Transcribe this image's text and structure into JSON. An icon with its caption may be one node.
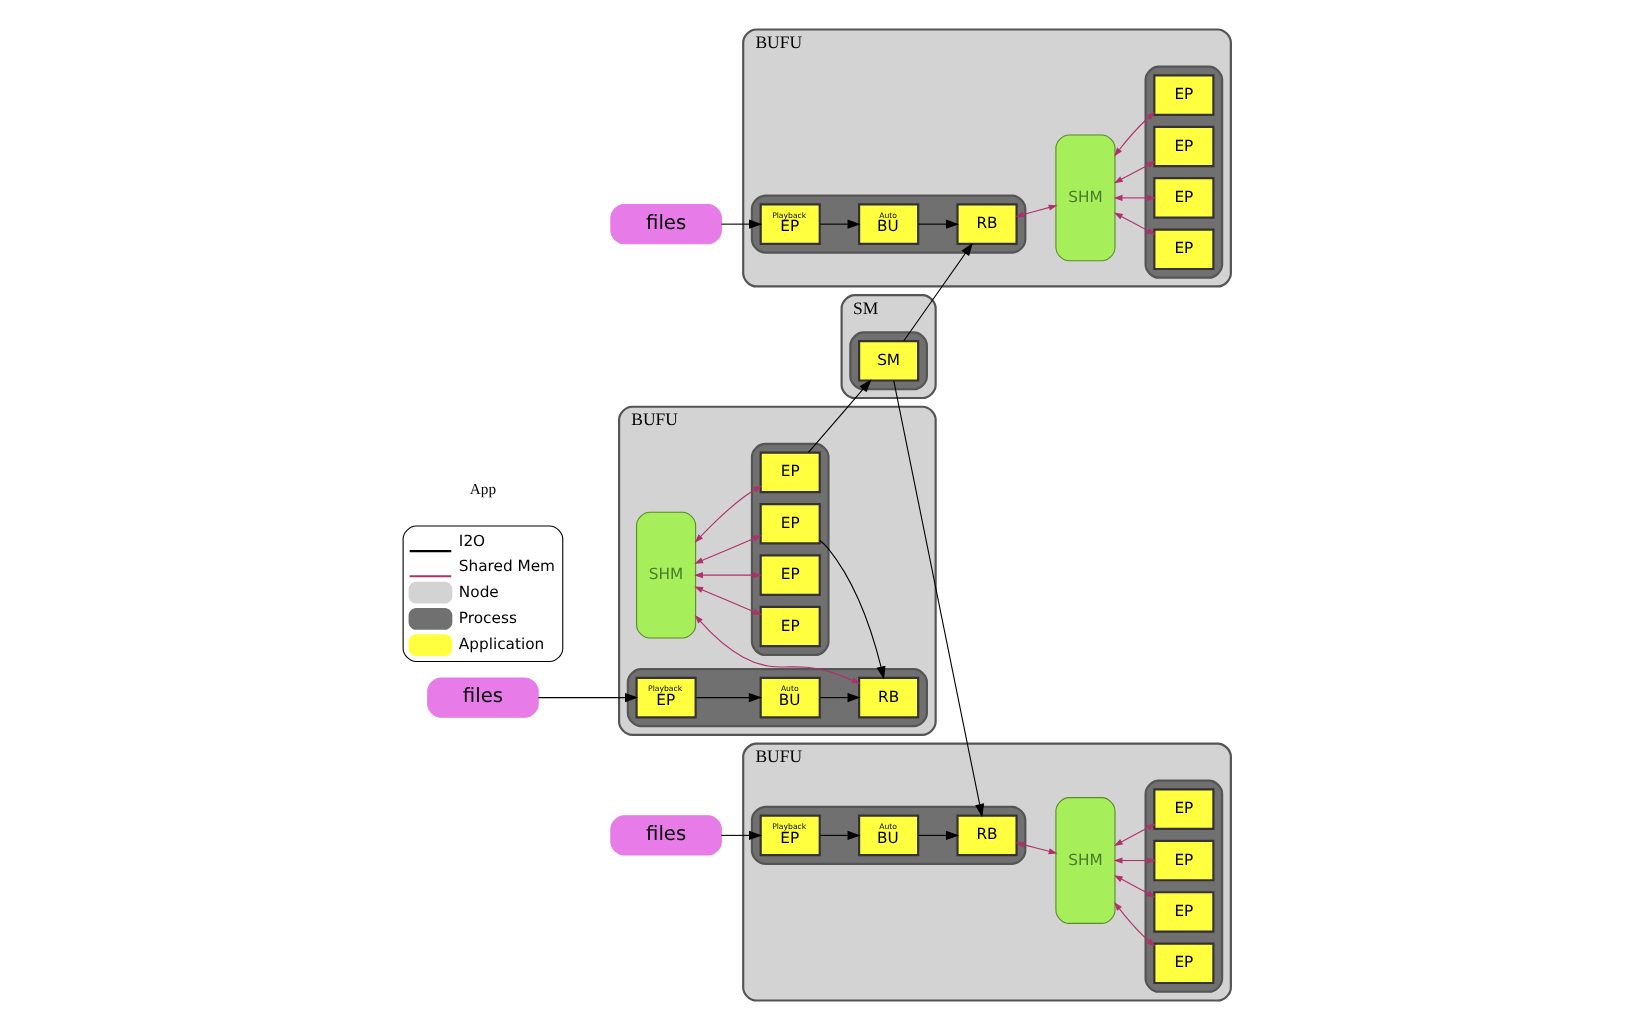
{
  "diagram": {
    "nodes": [
      {
        "text": [
          "files"
        ]
      },
      {
        "text": [
          "BUFU"
        ]
      },
      {
        "text": [],
        "shape": "box",
        "in": 1
      },
      {
        "text": [
          "Playback",
          "EP"
        ],
        "in": 2
      },
      {
        "text": [
          "Auto",
          "BU"
        ],
        "in": 2
      },
      {
        "text": [
          "RB"
        ],
        "in": 2
      },
      {
        "text": [
          "SHM"
        ],
        "in": 1
      },
      {
        "text": [],
        "shape": "box",
        "in": 1
      },
      {
        "text": [
          "EP"
        ],
        "in": 7
      },
      {
        "text": [
          "EP"
        ],
        "in": 7
      },
      {
        "text": [
          "EP"
        ],
        "in": 7
      },
      {
        "text": [
          "EP"
        ],
        "in": 7
      },
      {
        "text": [
          "files"
        ]
      },
      {
        "text": [
          "BUFU"
        ]
      },
      {
        "text": [],
        "shape": "box",
        "in": 13
      },
      {
        "text": [
          "Playback",
          "EP"
        ],
        "in": 14
      },
      {
        "text": [
          "Auto",
          "BU"
        ],
        "in": 14
      },
      {
        "text": [
          "RB"
        ],
        "in": 14
      },
      {
        "text": [
          "SHM"
        ],
        "in": 13
      },
      {
        "text": [],
        "shape": "box",
        "in": 13
      },
      {
        "text": [
          "EP"
        ],
        "in": 19
      },
      {
        "text": [
          "EP"
        ],
        "in": 19
      },
      {
        "text": [
          "EP"
        ],
        "in": 19
      },
      {
        "text": [
          "EP"
        ],
        "in": 19
      },
      {
        "text": [
          "files"
        ]
      },
      {
        "text": [
          "BUFU"
        ]
      },
      {
        "text": [],
        "shape": "box",
        "in": 25
      },
      {
        "text": [
          "Playback",
          "EP"
        ],
        "in": 26
      },
      {
        "text": [
          "Auto",
          "BU"
        ],
        "in": 26
      },
      {
        "text": [
          "RB"
        ],
        "in": 26
      },
      {
        "text": [
          "SHM"
        ],
        "in": 25
      },
      {
        "text": [],
        "shape": "box",
        "in": 25
      },
      {
        "text": [
          "EP"
        ],
        "in": 31
      },
      {
        "text": [
          "EP"
        ],
        "in": 31
      },
      {
        "text": [
          "EP"
        ],
        "in": 31
      },
      {
        "text": [
          "EP"
        ],
        "in": 31
      },
      {
        "text": [
          "SM"
        ]
      },
      {
        "text": [],
        "shape": "box",
        "in": 36
      },
      {
        "text": [
          "SM"
        ],
        "in": 37
      }
    ],
    "edges": [
      {
        "from": 0,
        "to": 3,
        "arrow": "to",
        "color": "#000000"
      },
      {
        "from": 3,
        "to": 4,
        "arrow": "to",
        "color": "#000000"
      },
      {
        "from": 4,
        "to": 5,
        "arrow": "to",
        "color": "#000000"
      },
      {
        "from": 5,
        "to": 6,
        "arrow": "both",
        "color": "#b0306a"
      },
      {
        "from": 6,
        "to": 8,
        "arrow": "both",
        "color": "#b0306a"
      },
      {
        "from": 6,
        "to": 9,
        "arrow": "both",
        "color": "#b0306a"
      },
      {
        "from": 6,
        "to": 10,
        "arrow": "both",
        "color": "#b0306a"
      },
      {
        "from": 6,
        "to": 11,
        "arrow": "both",
        "color": "#b0306a"
      },
      {
        "from": 12,
        "to": 15,
        "arrow": "to",
        "color": "#000000"
      },
      {
        "from": 15,
        "to": 16,
        "arrow": "to",
        "color": "#000000"
      },
      {
        "from": 16,
        "to": 17,
        "arrow": "to",
        "color": "#000000"
      },
      {
        "from": 17,
        "to": 18,
        "arrow": "both",
        "color": "#b0306a"
      },
      {
        "from": 18,
        "to": 20,
        "arrow": "both",
        "color": "#b0306a"
      },
      {
        "from": 18,
        "to": 21,
        "arrow": "both",
        "color": "#b0306a"
      },
      {
        "from": 18,
        "to": 22,
        "arrow": "both",
        "color": "#b0306a"
      },
      {
        "from": 18,
        "to": 23,
        "arrow": "both",
        "color": "#b0306a"
      },
      {
        "from": 24,
        "to": 27,
        "arrow": "to",
        "color": "#000000"
      },
      {
        "from": 27,
        "to": 28,
        "arrow": "to",
        "color": "#000000"
      },
      {
        "from": 28,
        "to": 29,
        "arrow": "to",
        "color": "#000000"
      },
      {
        "from": 29,
        "to": 30,
        "arrow": "both",
        "color": "#b0306a"
      },
      {
        "from": 30,
        "to": 32,
        "arrow": "both",
        "color": "#b0306a"
      },
      {
        "from": 30,
        "to": 33,
        "arrow": "both",
        "color": "#b0306a"
      },
      {
        "from": 30,
        "to": 34,
        "arrow": "both",
        "color": "#b0306a"
      },
      {
        "from": 30,
        "to": 35,
        "arrow": "both",
        "color": "#b0306a"
      },
      {
        "from": 38,
        "to": 5,
        "arrow": "to",
        "color": "#000000"
      },
      {
        "from": 38,
        "to": 17,
        "arrow": "to",
        "color": "#000000"
      },
      {
        "from": 32,
        "to": 38,
        "arrow": "to",
        "color": "#000000"
      },
      {
        "from": 33,
        "to": 29,
        "arrow": "to",
        "color": "#000000"
      }
    ],
    "labels": [
      "App"
    ],
    "legend": [
      {
        "text": "I2O"
      },
      {
        "text": "Shared Mem"
      },
      {
        "text": "Node",
        "color": "#d3d3d3"
      },
      {
        "text": "Process",
        "color": "#707070"
      },
      {
        "text": "Application",
        "color": "#ffff40"
      }
    ]
  }
}
